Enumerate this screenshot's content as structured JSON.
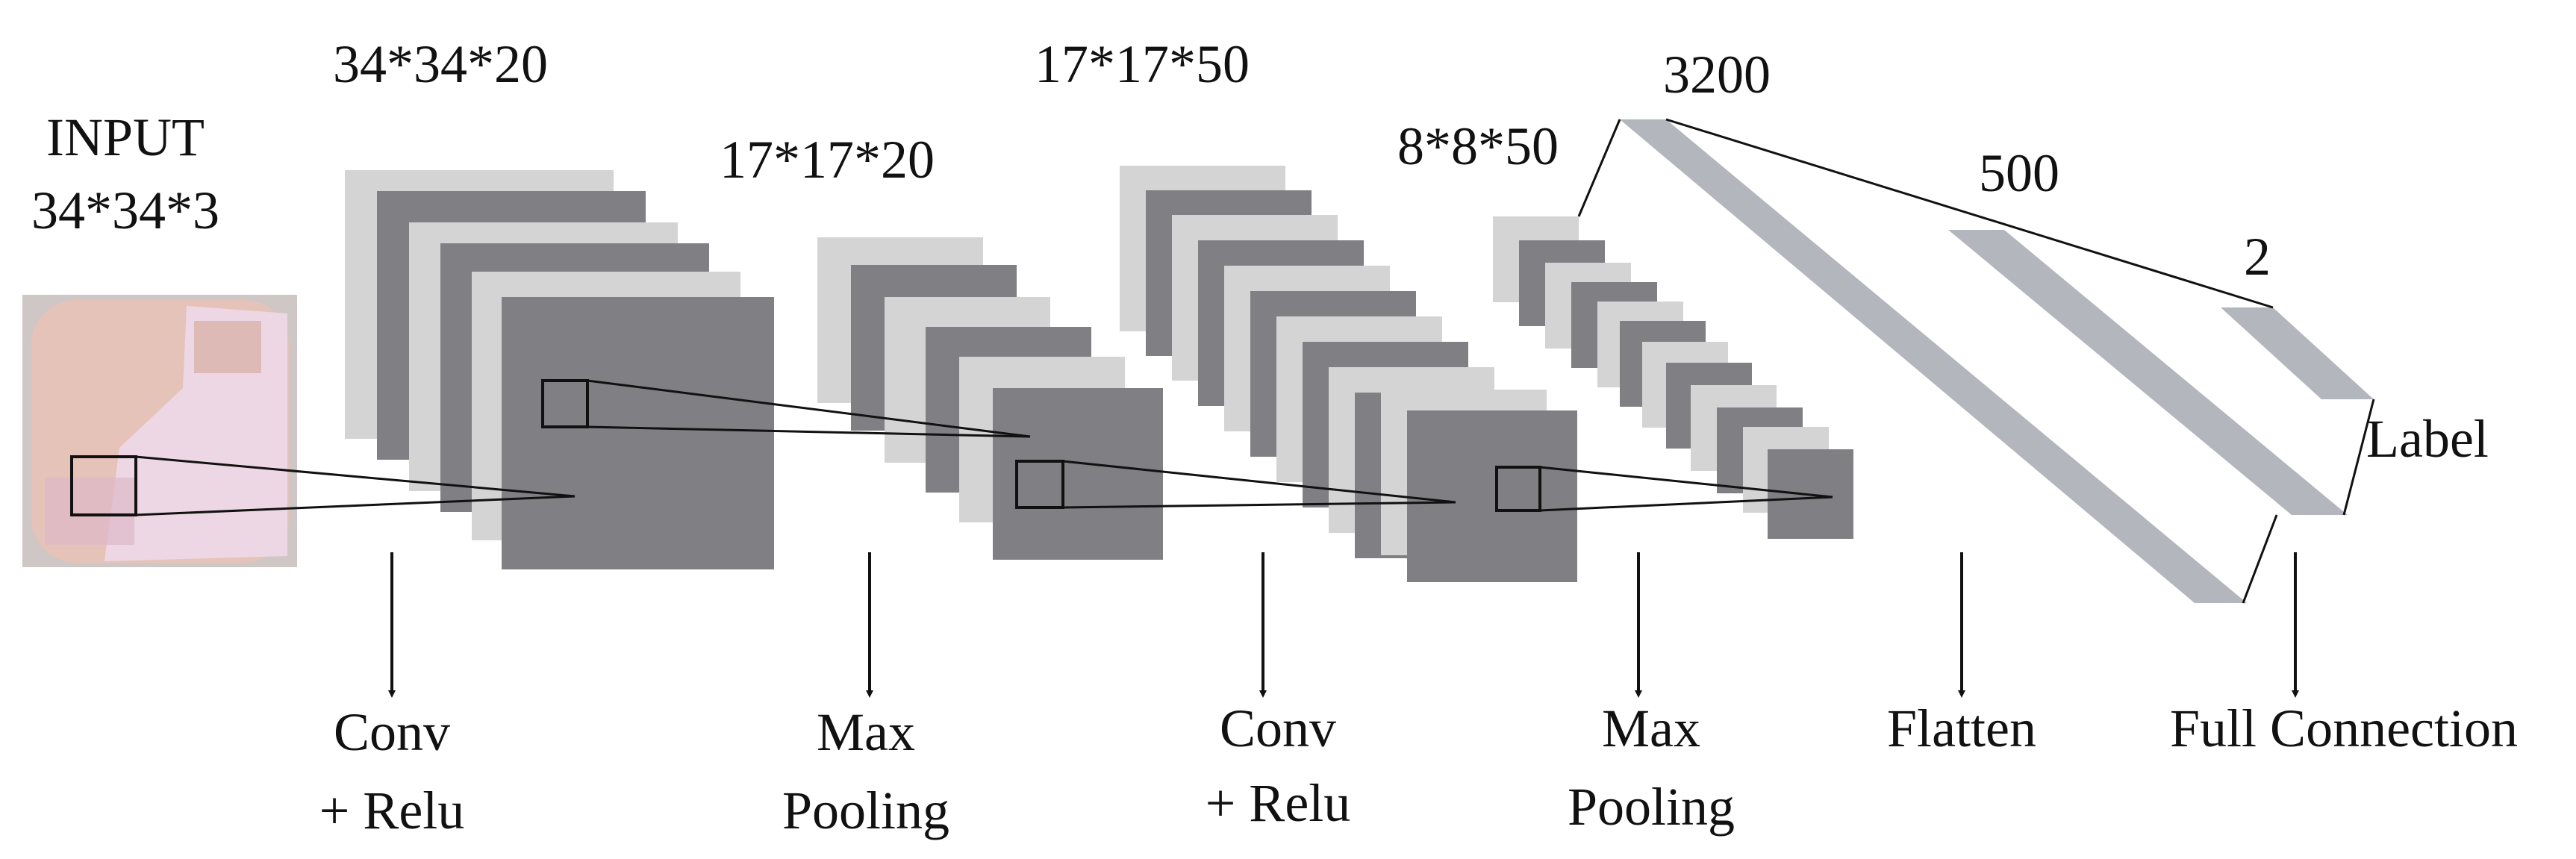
{
  "input": {
    "title": "INPUT",
    "dims": "34*34*3"
  },
  "layers": [
    {
      "dims": "34*34*20"
    },
    {
      "dims": "17*17*20"
    },
    {
      "dims": "17*17*50"
    },
    {
      "dims": "8*8*50"
    },
    {
      "dims": "3200"
    },
    {
      "dims": "500"
    },
    {
      "dims": "2"
    }
  ],
  "operations": [
    {
      "line1": "Conv",
      "line2": "+ Relu"
    },
    {
      "line1": "Max",
      "line2": "Pooling"
    },
    {
      "line1": "Conv",
      "line2": "+ Relu"
    },
    {
      "line1": "Max",
      "line2": "Pooling"
    },
    {
      "line1": "Flatten"
    },
    {
      "line1": "Full Connection"
    }
  ],
  "output": {
    "label": "Label"
  },
  "colors": {
    "light_map": "#d4d4d4",
    "dark_map": "#808084",
    "fc_layer": "#b4b6be",
    "line": "#111111",
    "input_image_base": "#e8c9c2"
  }
}
